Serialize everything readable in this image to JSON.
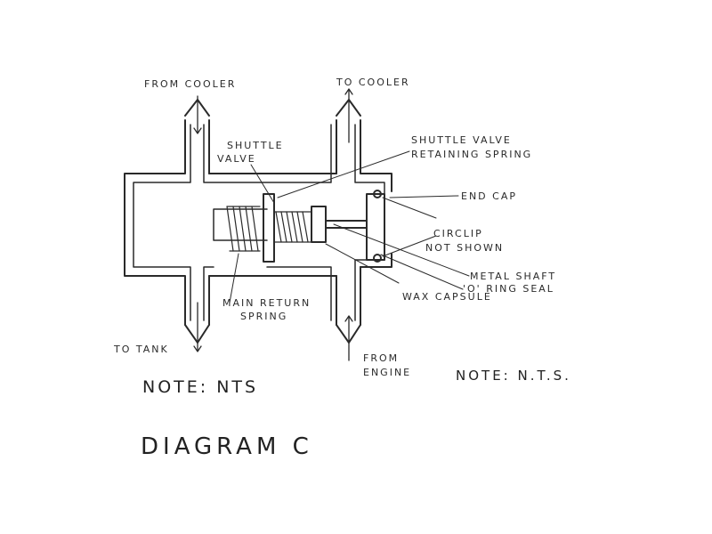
{
  "labels": {
    "from_cooler": "FROM COOLER",
    "to_cooler": "TO COOLER",
    "shuttle_valve_1": "SHUTTLE",
    "shuttle_valve_2": "VALVE",
    "retaining_spring_1": "SHUTTLE VALVE",
    "retaining_spring_2": "RETAINING SPRING",
    "end_cap": "END CAP",
    "circlip_1": "CIRCLIP",
    "circlip_2": "NOT SHOWN",
    "metal_shaft": "METAL SHAFT",
    "o_ring_seal": "'O' RING SEAL",
    "wax_capsule": "WAX CAPSULE",
    "main_return_spring_1": "MAIN RETURN",
    "main_return_spring_2": "SPRING",
    "to_tank": "TO TANK",
    "from_engine_1": "FROM",
    "from_engine_2": "ENGINE",
    "note_nts_right": "NOTE: N.T.S.",
    "note_nts_left": "NOTE: NTS",
    "diagram_title": "DIAGRAM C"
  }
}
